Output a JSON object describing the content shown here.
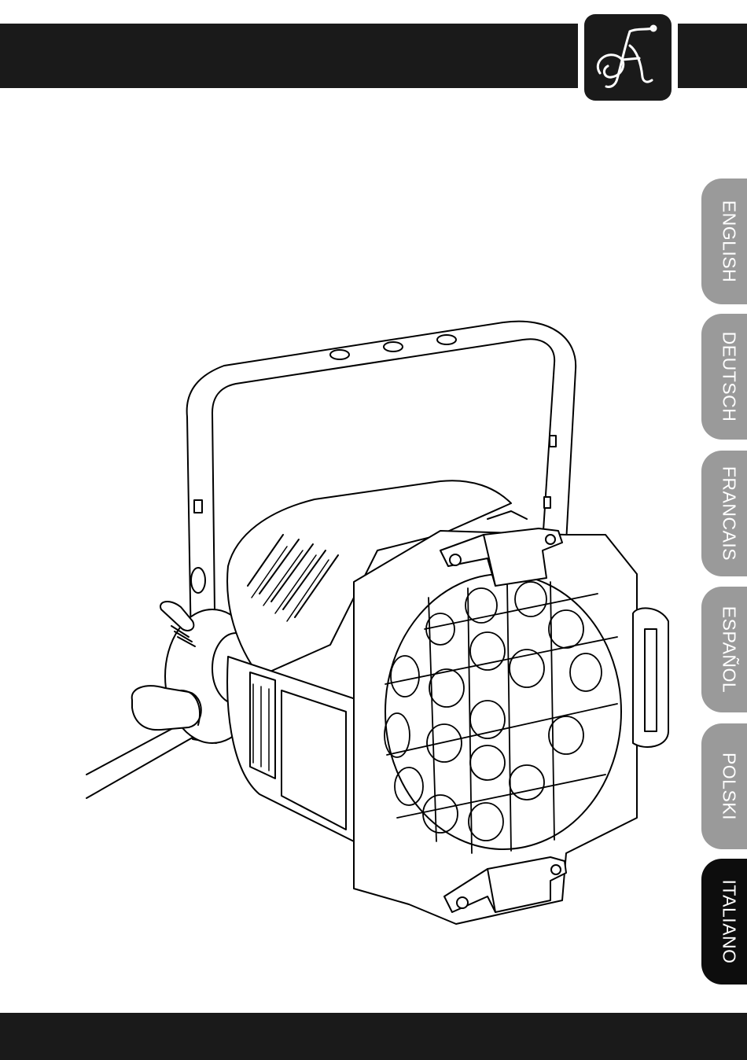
{
  "header": {
    "logo_icon": "brand-monogram-icon"
  },
  "language_tabs": [
    {
      "label": "ENGLISH",
      "active": false
    },
    {
      "label": "DEUTSCH",
      "active": false
    },
    {
      "label": "FRANCAIS",
      "active": false
    },
    {
      "label": "ESPAÑOL",
      "active": false
    },
    {
      "label": "POLSKI",
      "active": false
    },
    {
      "label": "ITALIANO",
      "active": true
    }
  ],
  "illustration": {
    "icon": "led-par-spotlight-illustration"
  },
  "colors": {
    "bars": "#1a1a1a",
    "tab_inactive": "#9a9a9a",
    "tab_active": "#0d0d0d",
    "tab_text": "#ffffff"
  }
}
